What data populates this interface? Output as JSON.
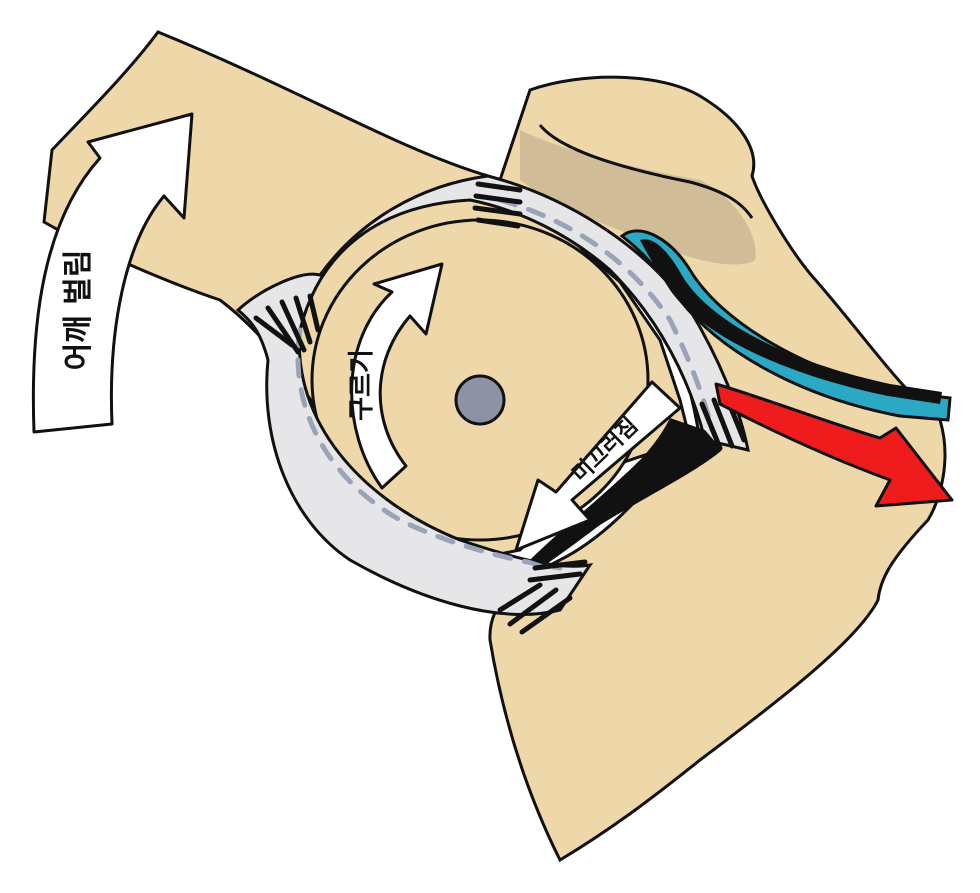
{
  "colors": {
    "bone": "#EED7A8",
    "outline": "#111111",
    "ligament": "#E6E6E9",
    "ligament_stripe": "#9AA3B8",
    "pivot": "#8C92A3",
    "blue_band": "#2AA8C4",
    "red_arrow": "#EE1C1C",
    "arrow_fill": "#FFFFFF",
    "shadow": "#B8A888"
  },
  "icons": {
    "pivot": "pivot-dot-icon",
    "outer_arrow": "curved-arrow-up-icon",
    "inner_arrow": "curved-arrow-rotate-icon",
    "diagonal_arrow": "arrow-down-left-icon",
    "red_arrow": "arrow-right-icon"
  },
  "labels": {
    "outer_arrow": "어깨 벌림",
    "inner_arrow": "구르기",
    "diagonal_arrow": "미끄러짐"
  }
}
